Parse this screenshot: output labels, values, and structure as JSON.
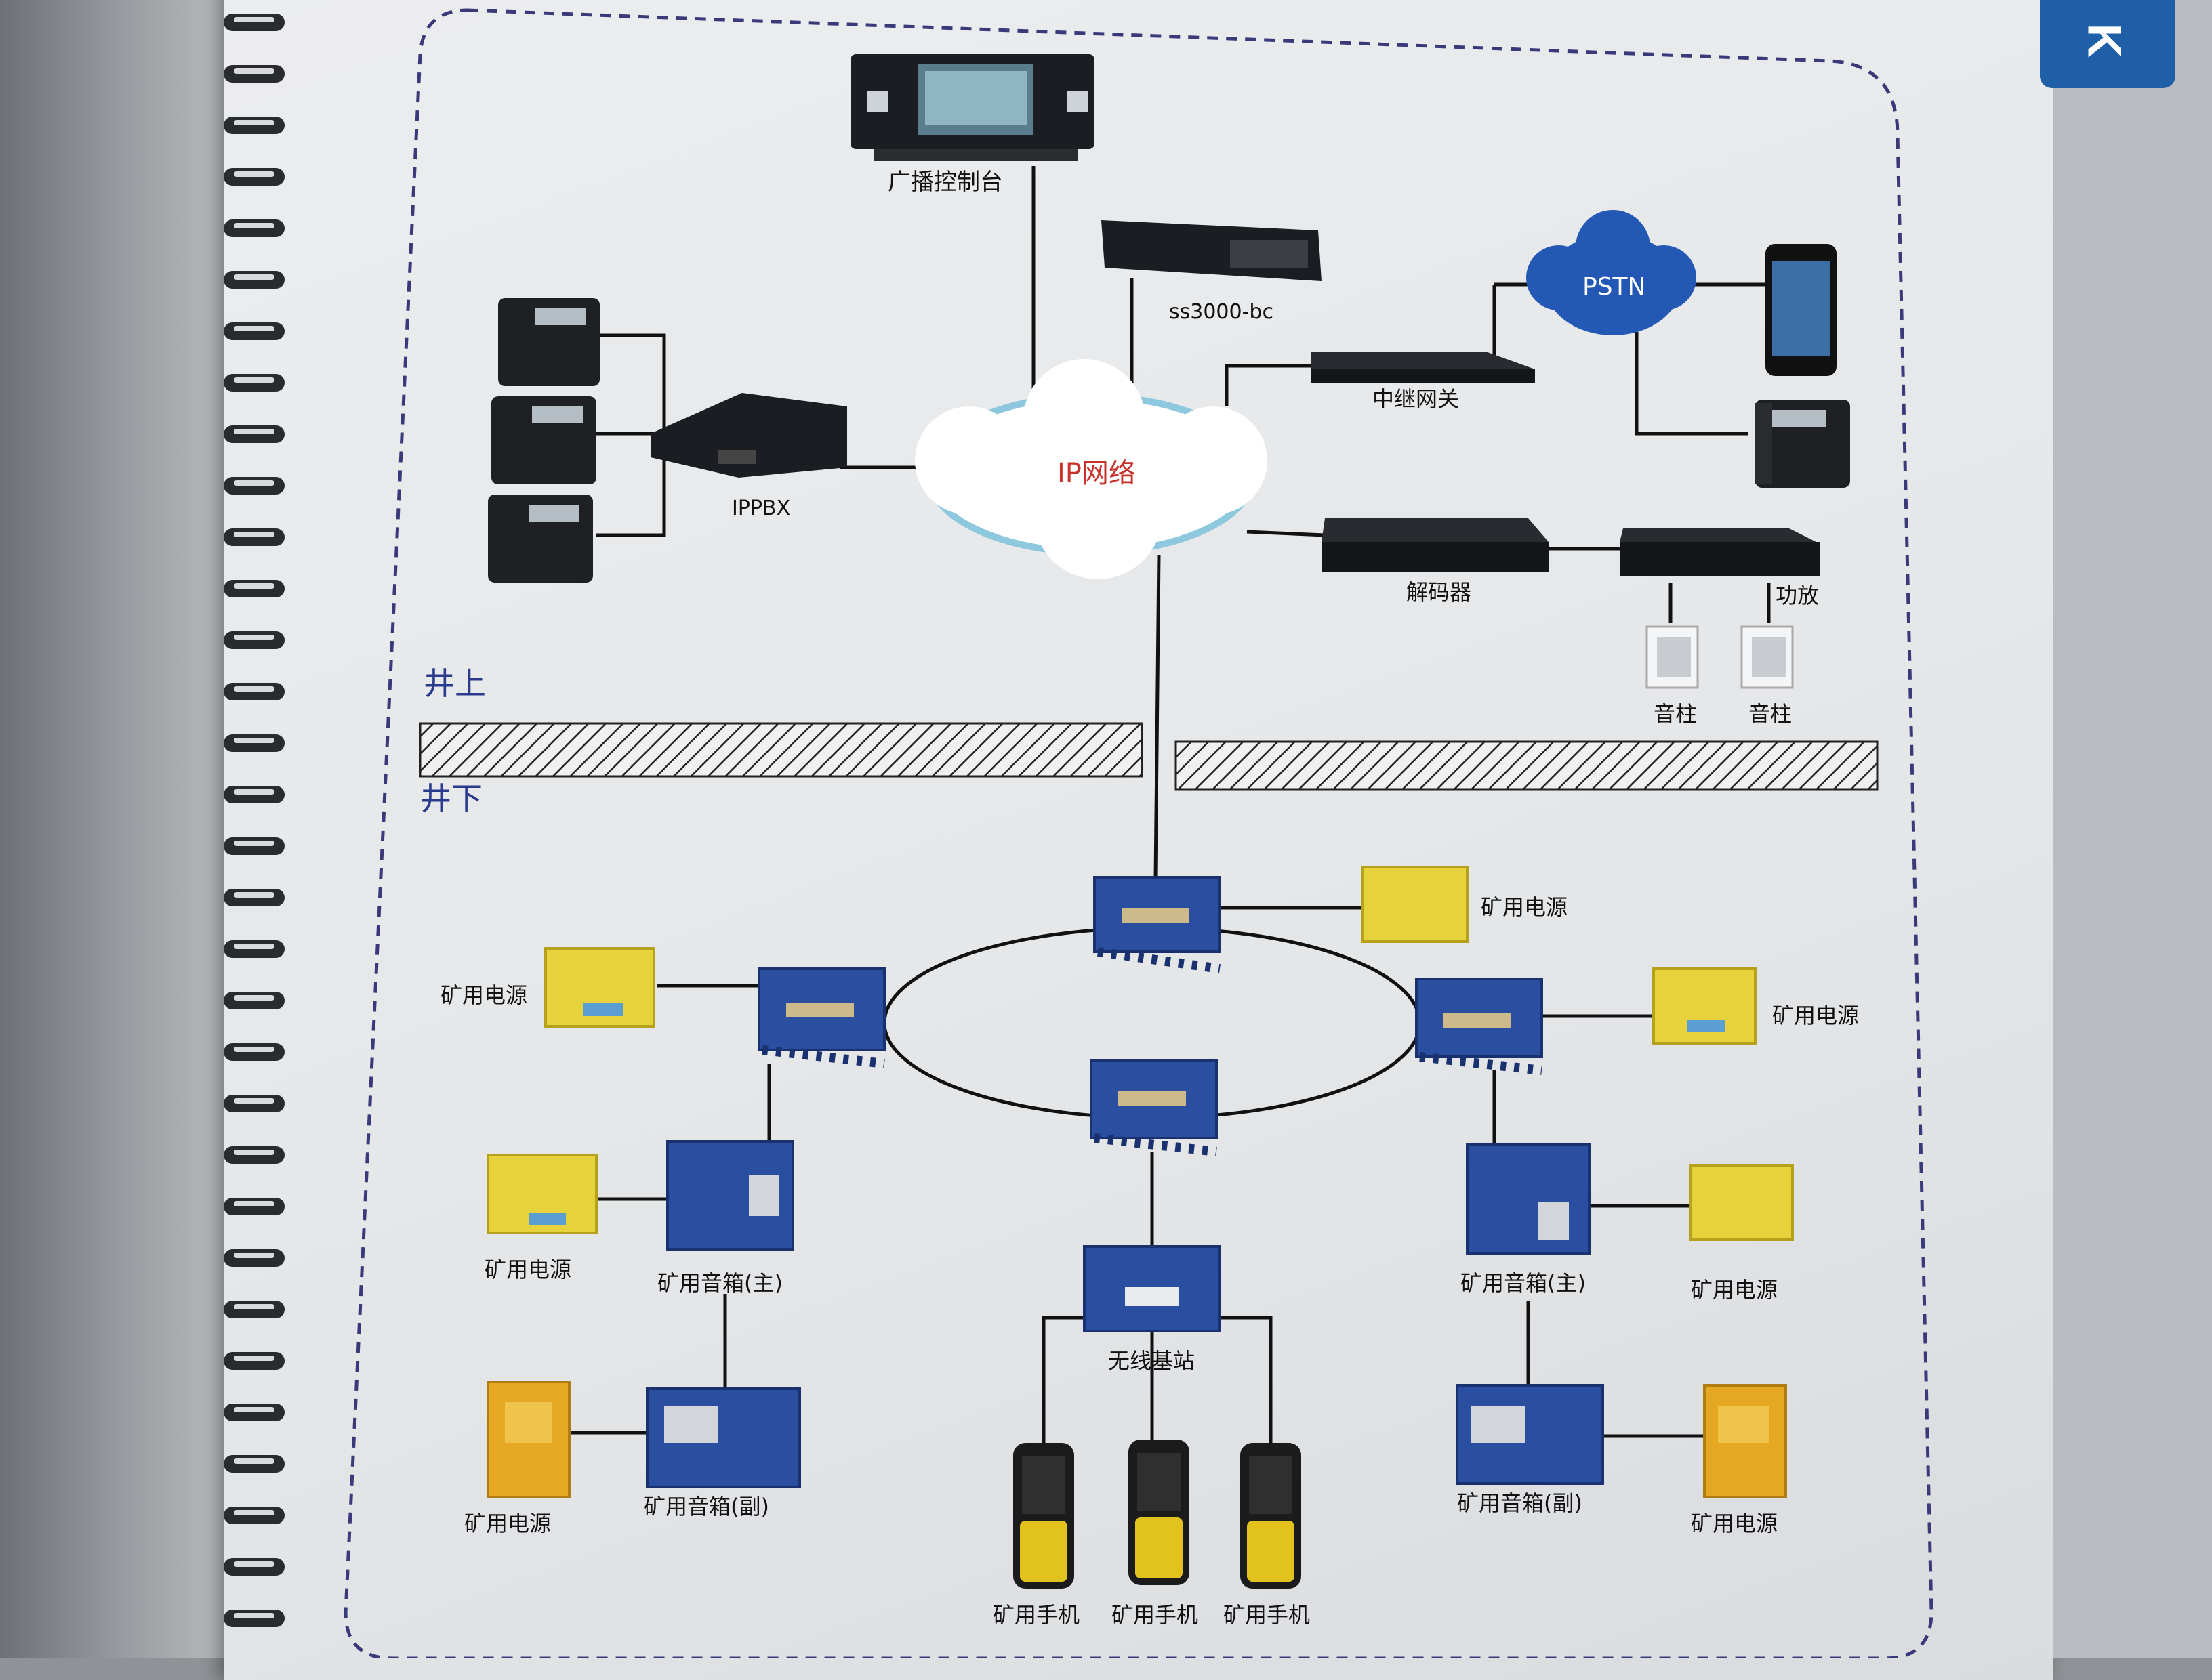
{
  "tab_letter": "K",
  "nodes": {
    "broadcast_console": "广播控制台",
    "ss3000": "ss3000-bc",
    "pstn": "PSTN",
    "trunk_gateway": "中继网关",
    "ippbx": "IPPBX",
    "ip_network": "IP网络",
    "decoder": "解码器",
    "amplifier": "功放",
    "speaker_column_1": "音柱",
    "speaker_column_2": "音柱",
    "mine_power_top": "矿用电源",
    "mine_power_left": "矿用电源",
    "mine_power_right": "矿用电源",
    "mine_power_left2": "矿用电源",
    "mine_speaker_main_left": "矿用音箱(主)",
    "mine_speaker_main_right": "矿用音箱(主)",
    "mine_power_right2": "矿用电源",
    "wireless_base_station": "无线基站",
    "mine_power_left3": "矿用电源",
    "mine_speaker_sub_left": "矿用音箱(副)",
    "mine_speaker_sub_right": "矿用音箱(副)",
    "mine_power_right3": "矿用电源",
    "mine_phone_1": "矿用手机",
    "mine_phone_2": "矿用手机",
    "mine_phone_3": "矿用手机"
  },
  "zones": {
    "above_ground": "井上",
    "underground": "井下"
  },
  "colors": {
    "switch_blue": "#2a4fa0",
    "power_yellow": "#e6d23a",
    "label_red": "#c8322a",
    "zone_blue": "#2a3a8c",
    "border_dash": "#3a3a7a"
  }
}
